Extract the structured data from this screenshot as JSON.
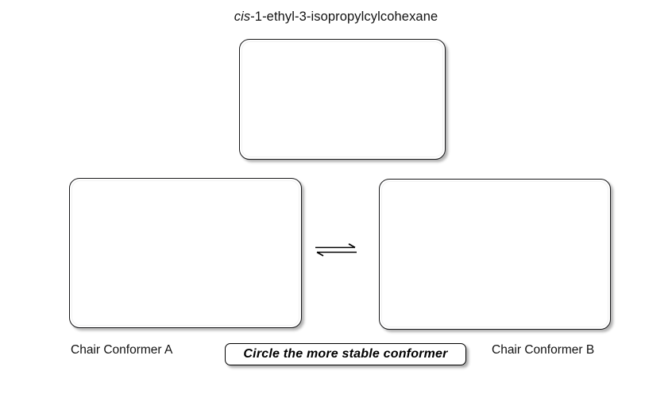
{
  "worksheet": {
    "title": {
      "prefix": "cis",
      "rest": "-1-ethyl-3-isopropylcylcohexane",
      "full": "cis-1-ethyl-3-isopropylcylcohexane"
    },
    "boxes": [
      {
        "id": "parent-structure",
        "label": "",
        "content": "",
        "placeholder": ""
      },
      {
        "id": "chair-conformer-a",
        "label": "Chair Conformer A",
        "content": "",
        "placeholder": ""
      },
      {
        "id": "chair-conformer-b",
        "label": "Chair Conformer B",
        "content": "",
        "placeholder": ""
      }
    ],
    "equilibrium": {
      "icon": "equilibrium-arrow-icon",
      "symbol": "⇌"
    },
    "captions": {
      "left": "Chair Conformer A",
      "right": "Chair Conformer B"
    },
    "instruction": {
      "label": "Circle the more stable conformer"
    },
    "colors": {
      "background": "#ffffff",
      "ink": "#000000",
      "box_border": "#18181a",
      "shadow": "rgba(0,0,0,0.30)"
    }
  }
}
